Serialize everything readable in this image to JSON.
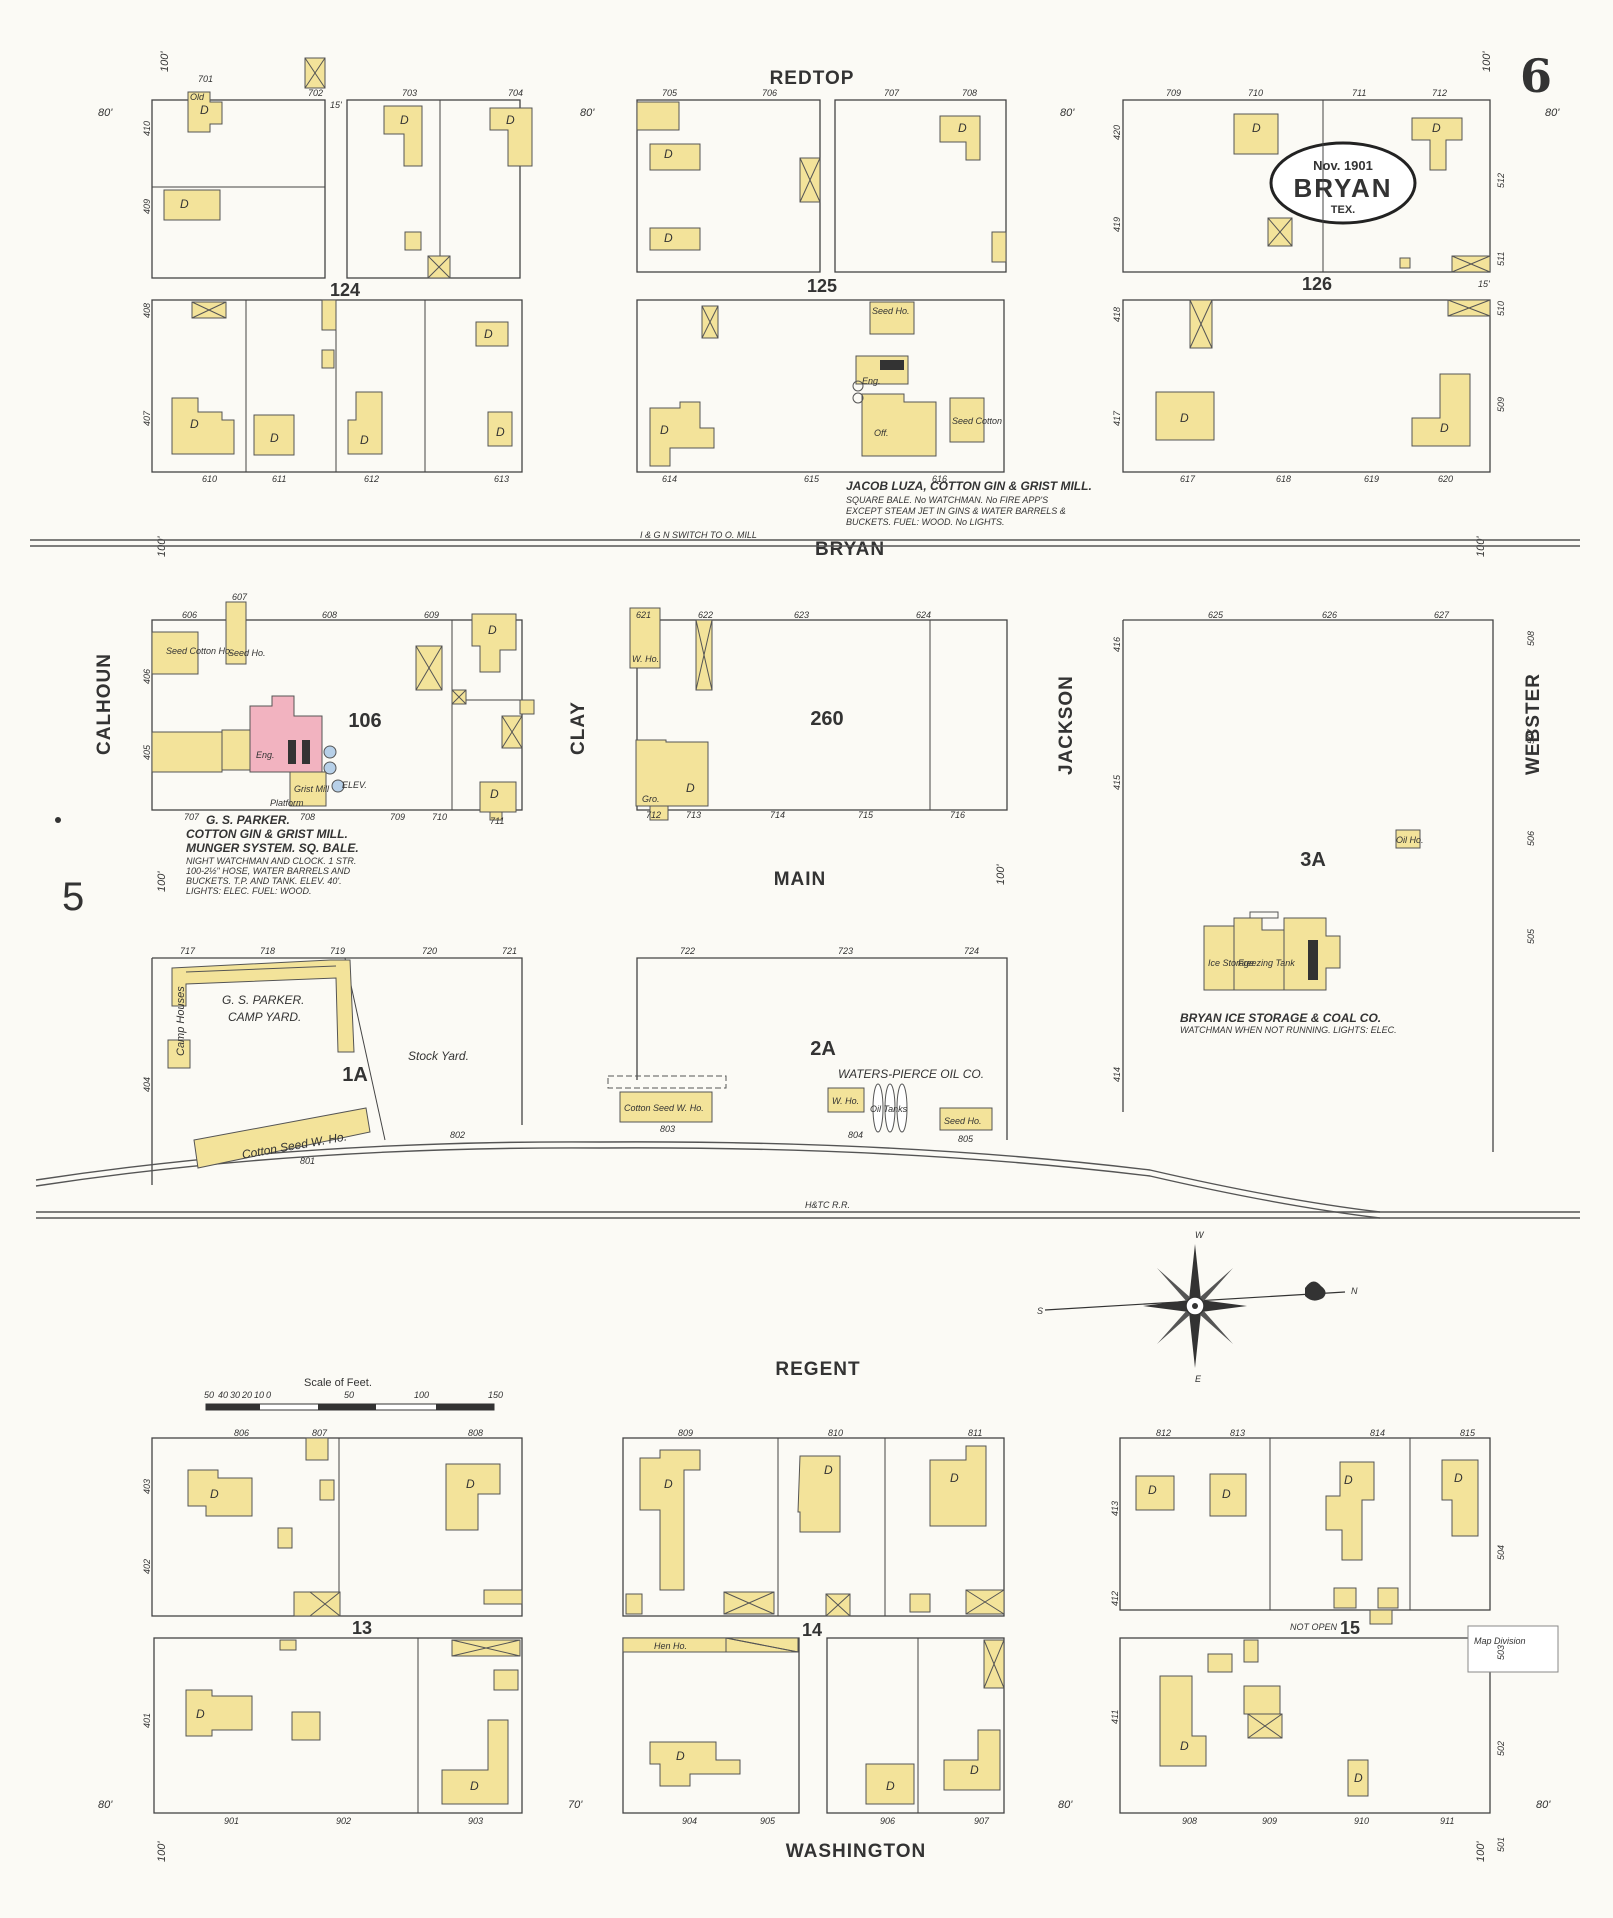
{
  "sheet": {
    "number": "6",
    "adjacent_sheet": "5",
    "cartouche": {
      "date": "Nov. 1901",
      "city": "BRYAN",
      "state": "TEX."
    },
    "stamp": "Map Division"
  },
  "streets": {
    "redtop": "REDTOP",
    "bryan": "BRYAN",
    "main": "MAIN",
    "regent": "REGENT",
    "washington": "WASHINGTON",
    "calhoun": "CALHOUN",
    "clay": "CLAY",
    "jackson": "JACKSON",
    "webster": "WEBSTER"
  },
  "blocks": [
    "124",
    "125",
    "126",
    "106",
    "260",
    "1A",
    "2A",
    "3A",
    "13",
    "14",
    "15"
  ],
  "block_15_note": "NOT OPEN",
  "widths": {
    "w100": "100'",
    "w80": "80'",
    "w70": "70'",
    "w15": "15'"
  },
  "railroads": {
    "switch": "I & G N SWITCH TO O. MILL",
    "hetc": "H&TC R.R."
  },
  "businesses": {
    "luza": {
      "name": "JACOB LUZA, COTTON GIN & GRIST MILL.",
      "detail1": "SQUARE BALE. No WATCHMAN. No FIRE APP'S",
      "detail2": "EXCEPT STEAM JET IN GINS & WATER BARRELS &",
      "detail3": "BUCKETS. FUEL: WOOD. No LIGHTS."
    },
    "parker_gin": {
      "name1": "G. S. PARKER.",
      "name2": "COTTON GIN & GRIST MILL.",
      "name3": "MUNGER SYSTEM. SQ. BALE.",
      "detail1": "NIGHT WATCHMAN AND CLOCK. 1 STR.",
      "detail2": "100-2½\" HOSE, WATER BARRELS AND",
      "detail3": "BUCKETS. T.P. AND TANK. ELEV. 40'.",
      "detail4": "LIGHTS: ELEC. FUEL: WOOD."
    },
    "parker_camp": {
      "name1": "G. S. PARKER.",
      "name2": "CAMP YARD."
    },
    "stock_yard": "Stock Yard.",
    "waters_pierce": "WATERS-PIERCE OIL CO.",
    "ice_co": {
      "name": "BRYAN ICE STORAGE & COAL CO.",
      "detail": "WATCHMAN WHEN NOT RUNNING. LIGHTS: ELEC."
    }
  },
  "building_labels": {
    "dwelling": "D",
    "old": "Old",
    "seed_ho": "Seed Ho.",
    "seed_cotton_ho": "Seed Cotton Ho.",
    "seed_cotton": "Seed Cotton",
    "off": "Off.",
    "eng": "Eng.",
    "w_ho": "W. Ho.",
    "gro": "Gro.",
    "cotton_seed_w_ho": "Cotton Seed W. Ho.",
    "oil_tanks": "Oil Tanks",
    "oil_ho": "Oil Ho.",
    "hen_ho": "Hen Ho.",
    "ice_storage": "Ice Storage",
    "freezing_tank": "Freezing Tank",
    "camp_houses": "Camp Houses",
    "grist_mill": "Grist Mill",
    "platform": "Platform",
    "elev": "ELEV."
  },
  "lot_numbers": {
    "redtop": [
      "701",
      "702",
      "703",
      "704",
      "705",
      "706",
      "707",
      "708",
      "709",
      "710",
      "711",
      "712"
    ],
    "bryan_south": [
      "610",
      "611",
      "612",
      "613",
      "614",
      "615",
      "616",
      "617",
      "618",
      "619",
      "620"
    ],
    "bryan_north": [
      "606",
      "607",
      "608",
      "609",
      "621",
      "622",
      "623",
      "624",
      "625",
      "626",
      "627"
    ],
    "main_south": [
      "707",
      "708",
      "709",
      "710",
      "711",
      "712",
      "713",
      "714",
      "715",
      "716"
    ],
    "main_north": [
      "717",
      "718",
      "719",
      "720",
      "721",
      "722",
      "723",
      "724"
    ],
    "rr": [
      "801",
      "802",
      "803",
      "804",
      "805"
    ],
    "regent": [
      "806",
      "807",
      "808",
      "809",
      "810",
      "811",
      "812",
      "813",
      "814",
      "815"
    ],
    "washington": [
      "901",
      "902",
      "903",
      "904",
      "905",
      "906",
      "907",
      "908",
      "909",
      "910",
      "911"
    ]
  },
  "address_numbers": {
    "redtop_w": [
      "410",
      "409",
      "408",
      "407"
    ],
    "redtop_e": [
      "420",
      "419",
      "418",
      "417"
    ],
    "bryan_w": [
      "406",
      "405",
      "404"
    ],
    "bryan_e": [
      "416",
      "415",
      "414"
    ],
    "regent_w": [
      "403",
      "402",
      "401"
    ],
    "regent_e": [
      "413",
      "412",
      "411"
    ],
    "webster": [
      "512",
      "511",
      "510",
      "509",
      "508",
      "507",
      "506",
      "505",
      "504",
      "503",
      "502",
      "501"
    ]
  },
  "scale": {
    "title": "Scale of Feet.",
    "ticks": [
      "50",
      "40",
      "30",
      "20",
      "10",
      "0",
      "50",
      "100",
      "150"
    ]
  },
  "compass": {
    "n": "N",
    "s": "S",
    "e": "E",
    "w": "W"
  },
  "colors": {
    "frame": "#f3e39a",
    "brick": "#f2b3c0",
    "paper": "#fbfaf5",
    "ink": "#333333"
  }
}
